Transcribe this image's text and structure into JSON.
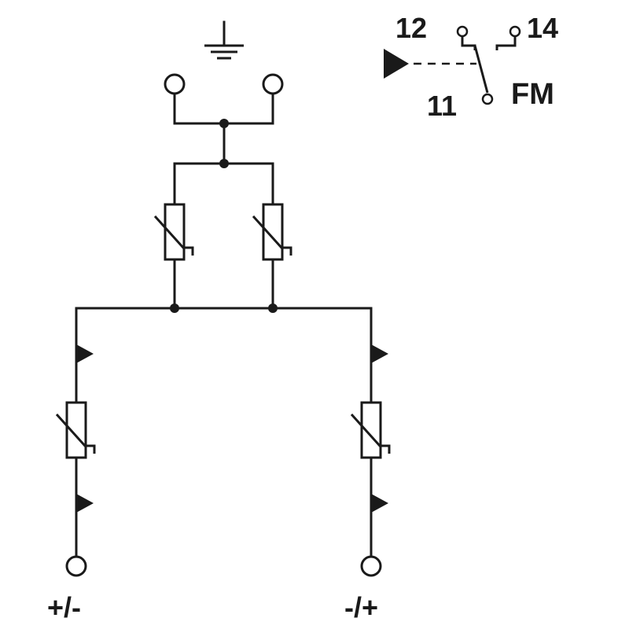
{
  "labels": {
    "contact_12": "12",
    "contact_14": "14",
    "contact_11": "11",
    "fm": "FM",
    "terminal_left": "+/-",
    "terminal_right": "-/+"
  },
  "colors": {
    "line": "#1a1a1a",
    "fill": "#ffffff"
  },
  "icons": {
    "ground": "earth-ground-icon",
    "varistor": "varistor-icon",
    "terminal": "terminal-circle-icon",
    "signal": "signal-triangle-icon",
    "contact": "changeover-contact-icon"
  }
}
